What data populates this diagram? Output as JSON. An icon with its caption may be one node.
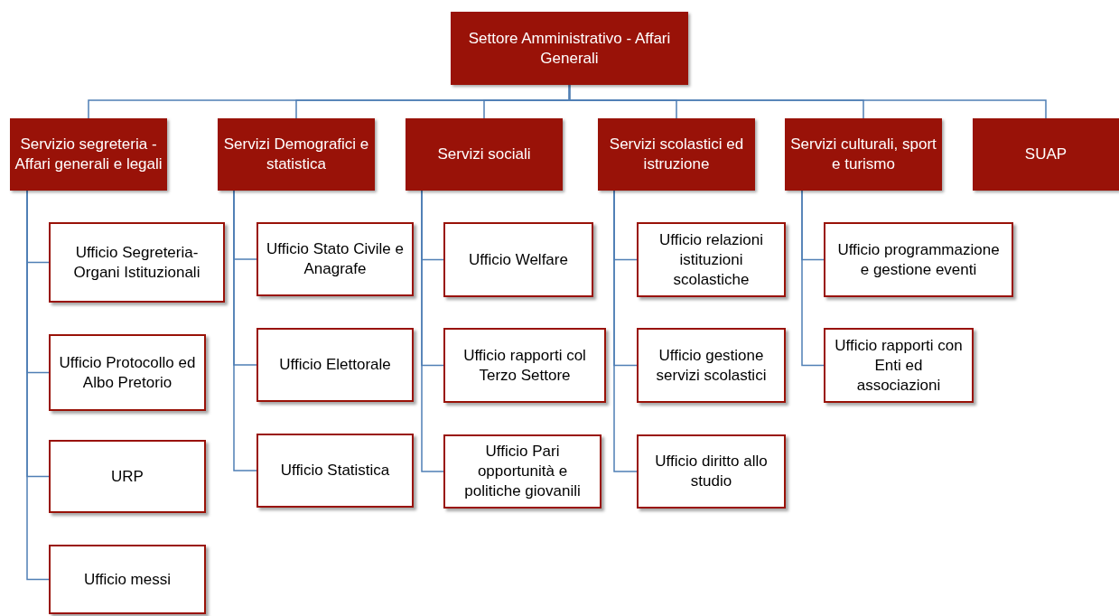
{
  "diagram": {
    "nodes": [
      {
        "text": [
          "Settore Amministrativo - Affari Generali"
        ]
      },
      {
        "text": [
          "Servizio segreteria - Affari generali e legali"
        ]
      },
      {
        "text": [
          "Servizi Demografici e statistica"
        ]
      },
      {
        "text": [
          "Servizi sociali"
        ]
      },
      {
        "text": [
          "Servizi scolastici ed istruzione"
        ]
      },
      {
        "text": [
          "Servizi culturali, sport e turismo"
        ]
      },
      {
        "text": [
          "SUAP"
        ]
      },
      {
        "text": [
          "Ufficio Segreteria-Organi Istituzionali"
        ]
      },
      {
        "text": [
          "Ufficio Protocollo ed Albo Pretorio"
        ]
      },
      {
        "text": [
          "URP"
        ]
      },
      {
        "text": [
          "Ufficio messi"
        ]
      },
      {
        "text": [
          "Ufficio Stato Civile e Anagrafe"
        ]
      },
      {
        "text": [
          "Ufficio Elettorale"
        ]
      },
      {
        "text": [
          "Ufficio Statistica"
        ]
      },
      {
        "text": [
          "Ufficio Welfare"
        ]
      },
      {
        "text": [
          "Ufficio rapporti col Terzo Settore"
        ]
      },
      {
        "text": [
          "Ufficio Pari opportunità e politiche giovanili"
        ]
      },
      {
        "text": [
          "Ufficio relazioni istituzioni scolastiche"
        ]
      },
      {
        "text": [
          "Ufficio gestione servizi scolastici"
        ]
      },
      {
        "text": [
          "Ufficio diritto allo studio"
        ]
      },
      {
        "text": [
          "Ufficio programmazione e gestione eventi"
        ]
      },
      {
        "text": [
          "Ufficio rapporti con Enti ed associazioni"
        ]
      }
    ],
    "edges": [
      {
        "from": 0,
        "to": 1,
        "arrow": "none"
      },
      {
        "from": 0,
        "to": 2,
        "arrow": "none"
      },
      {
        "from": 0,
        "to": 3,
        "arrow": "none"
      },
      {
        "from": 0,
        "to": 4,
        "arrow": "none"
      },
      {
        "from": 0,
        "to": 5,
        "arrow": "none"
      },
      {
        "from": 0,
        "to": 6,
        "arrow": "none"
      },
      {
        "from": 1,
        "to": 7,
        "arrow": "none"
      },
      {
        "from": 1,
        "to": 8,
        "arrow": "none"
      },
      {
        "from": 1,
        "to": 9,
        "arrow": "none"
      },
      {
        "from": 1,
        "to": 10,
        "arrow": "none"
      },
      {
        "from": 2,
        "to": 11,
        "arrow": "none"
      },
      {
        "from": 2,
        "to": 12,
        "arrow": "none"
      },
      {
        "from": 2,
        "to": 13,
        "arrow": "none"
      },
      {
        "from": 3,
        "to": 14,
        "arrow": "none"
      },
      {
        "from": 3,
        "to": 15,
        "arrow": "none"
      },
      {
        "from": 3,
        "to": 16,
        "arrow": "none"
      },
      {
        "from": 4,
        "to": 17,
        "arrow": "none"
      },
      {
        "from": 4,
        "to": 18,
        "arrow": "none"
      },
      {
        "from": 4,
        "to": 19,
        "arrow": "none"
      },
      {
        "from": 5,
        "to": 20,
        "arrow": "none"
      },
      {
        "from": 5,
        "to": 21,
        "arrow": "none"
      }
    ]
  }
}
